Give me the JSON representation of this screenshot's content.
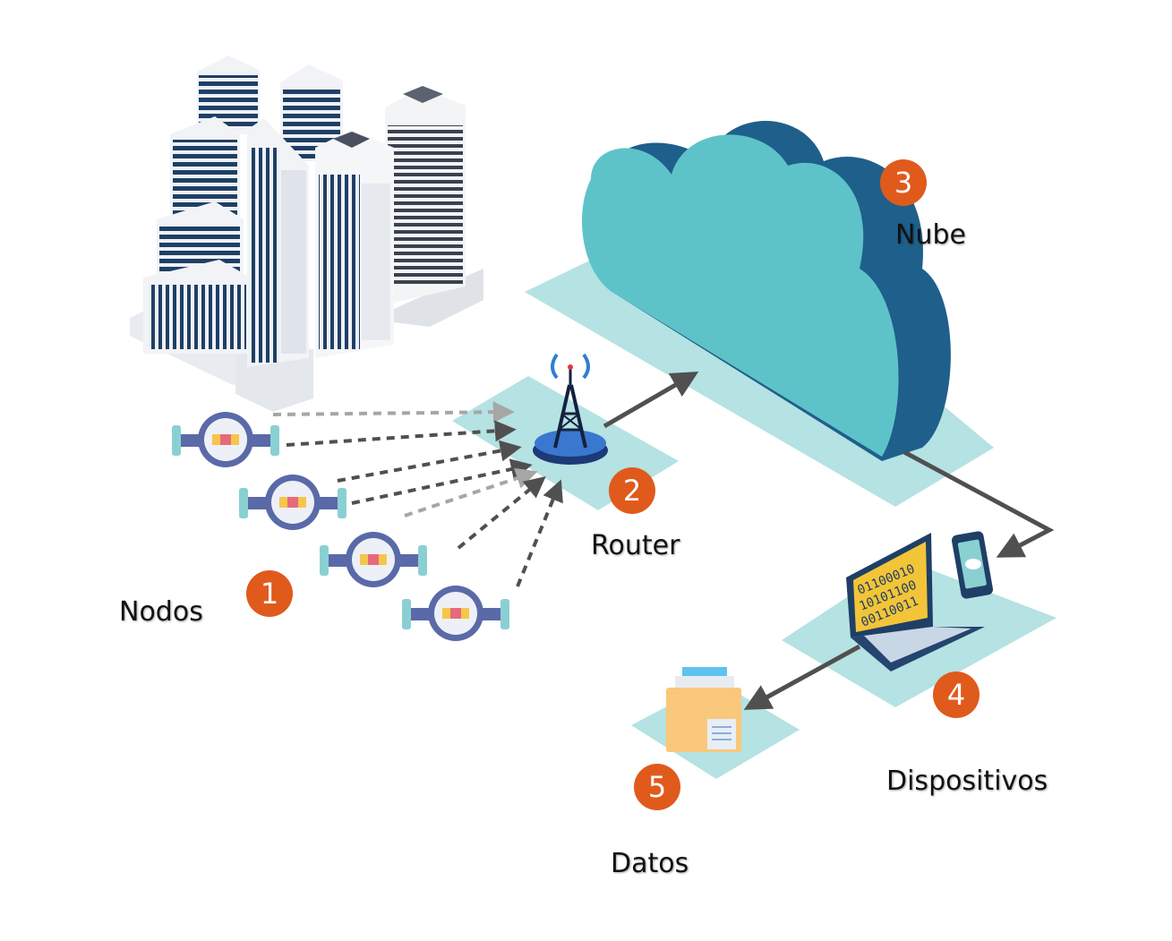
{
  "colors": {
    "badge": "#e05a1c",
    "platform": "#b5e2e2",
    "cloud_front": "#5ec3c9",
    "cloud_side": "#1f5f8b",
    "arrow": "#505050",
    "meter_pipe": "#8ad0d3",
    "meter_body": "#5a6aa8",
    "building_dark": "#1f3f66",
    "building_light": "#f1f3f6",
    "folder": "#f9c87b",
    "laptop_screen": "#f2c437"
  },
  "stages": [
    {
      "number": "1",
      "label": "Nodos"
    },
    {
      "number": "2",
      "label": "Router"
    },
    {
      "number": "3",
      "label": "Nube"
    },
    {
      "number": "4",
      "label": "Dispositivos"
    },
    {
      "number": "5",
      "label": "Datos"
    }
  ],
  "laptop_screen_text": [
    "01100010",
    "10101100",
    "00110011"
  ],
  "icons": {
    "buildings": "city-buildings-icon",
    "meters": "water-meter-icon",
    "router": "antenna-tower-icon",
    "cloud": "cloud-icon",
    "laptop": "laptop-icon",
    "phone": "smartphone-icon",
    "folder": "folder-icon"
  }
}
